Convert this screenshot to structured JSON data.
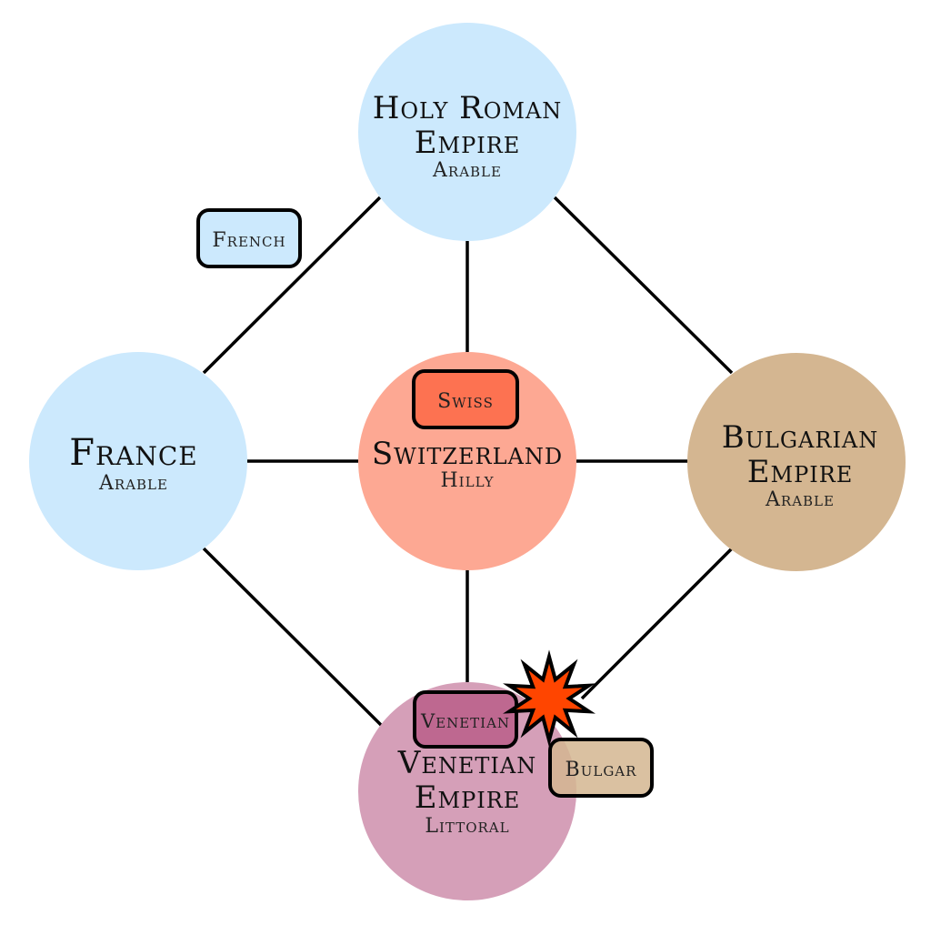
{
  "diagram": {
    "regions": [
      {
        "id": "hre",
        "name_lines": [
          "Holy Roman",
          "Empire"
        ],
        "terrain": "Arable",
        "color": "#cce9fd"
      },
      {
        "id": "france",
        "name_lines": [
          "France"
        ],
        "terrain": "Arable",
        "color": "#cce9fd"
      },
      {
        "id": "switzerland",
        "name_lines": [
          "Switzerland"
        ],
        "terrain": "Hilly",
        "color": "#fda893"
      },
      {
        "id": "bulgaria",
        "name_lines": [
          "Bulgarian",
          "Empire"
        ],
        "terrain": "Arable",
        "color": "#d4b691"
      },
      {
        "id": "venice",
        "name_lines": [
          "Venetian",
          "Empire"
        ],
        "terrain": "Littoral",
        "color": "#d59fb8"
      }
    ],
    "edges": [
      [
        "hre",
        "france"
      ],
      [
        "hre",
        "switzerland"
      ],
      [
        "hre",
        "bulgaria"
      ],
      [
        "france",
        "switzerland"
      ],
      [
        "france",
        "venice"
      ],
      [
        "switzerland",
        "bulgaria"
      ],
      [
        "switzerland",
        "venice"
      ],
      [
        "bulgaria",
        "venice"
      ]
    ],
    "units": [
      {
        "id": "french",
        "label": "French",
        "color": "#cce9fd",
        "opacity": 1
      },
      {
        "id": "swiss",
        "label": "Swiss",
        "color": "#fd7251",
        "opacity": 1
      },
      {
        "id": "venetian",
        "label": "Venetian",
        "color": "#be6890",
        "opacity": 1
      },
      {
        "id": "bulgar",
        "label": "Bulgar",
        "color": "#d4b691",
        "opacity": 0.85
      }
    ],
    "conflict": {
      "icon": "explosion-icon",
      "color": "#ff4500",
      "between": [
        "venetian",
        "bulgar"
      ]
    }
  }
}
